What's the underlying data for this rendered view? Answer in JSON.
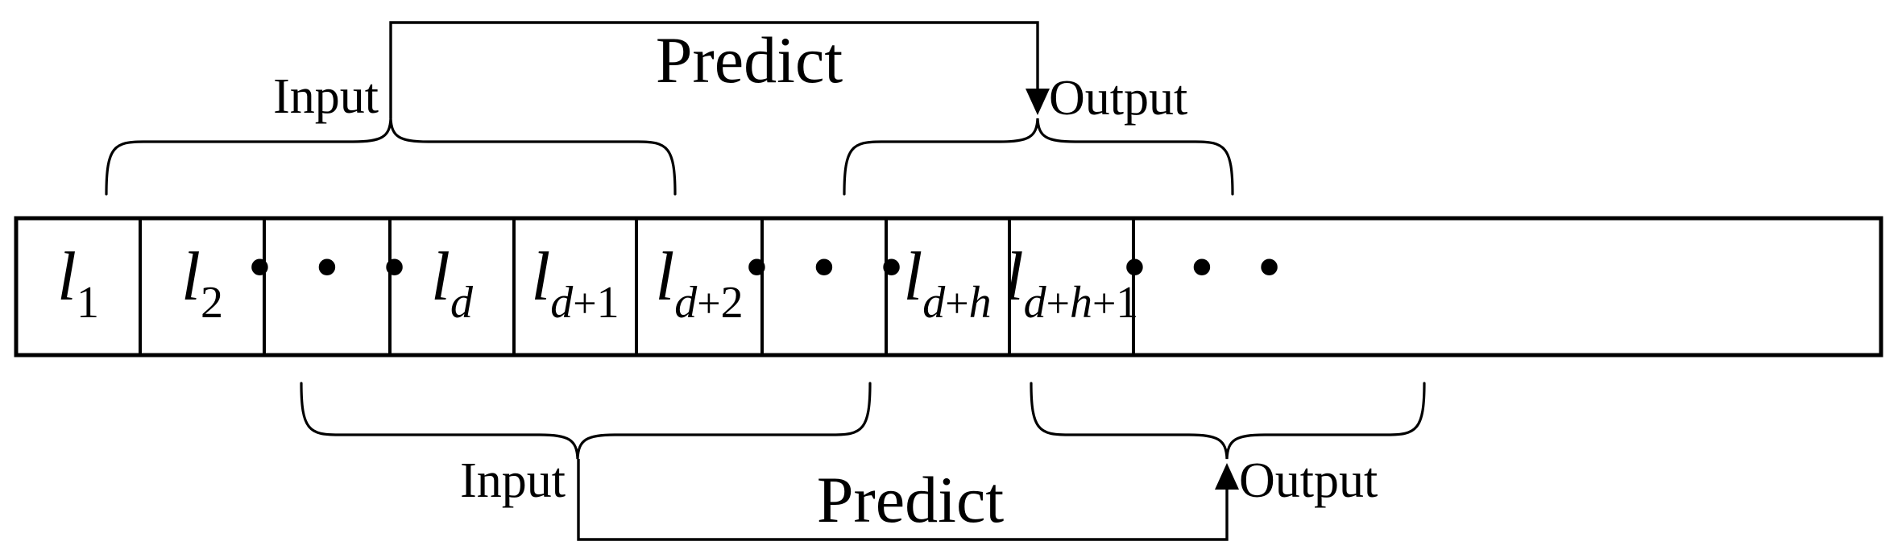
{
  "figure": {
    "title": "Sliding-window sequence prediction schematic",
    "stroke_color": "#000000",
    "background_color": "#ffffff"
  },
  "sequence": {
    "cells": [
      {
        "id": "cell-1",
        "kind": "token",
        "base": "l",
        "sub_parts": [
          {
            "t": "1",
            "style": "num"
          }
        ],
        "text": "l1"
      },
      {
        "id": "cell-2",
        "kind": "token",
        "base": "l",
        "sub_parts": [
          {
            "t": "2",
            "style": "num"
          }
        ],
        "text": "l2"
      },
      {
        "id": "cell-3",
        "kind": "ellipsis",
        "base": "",
        "sub_parts": [],
        "text": "• • •"
      },
      {
        "id": "cell-4",
        "kind": "token",
        "base": "l",
        "sub_parts": [
          {
            "t": "d",
            "style": "var"
          }
        ],
        "text": "ld"
      },
      {
        "id": "cell-5",
        "kind": "token",
        "base": "l",
        "sub_parts": [
          {
            "t": "d",
            "style": "var"
          },
          {
            "t": "+",
            "style": "op"
          },
          {
            "t": "1",
            "style": "num"
          }
        ],
        "text": "ld+1"
      },
      {
        "id": "cell-6",
        "kind": "token",
        "base": "l",
        "sub_parts": [
          {
            "t": "d",
            "style": "var"
          },
          {
            "t": "+",
            "style": "op"
          },
          {
            "t": "2",
            "style": "num"
          }
        ],
        "text": "ld+2"
      },
      {
        "id": "cell-7",
        "kind": "ellipsis",
        "base": "",
        "sub_parts": [],
        "text": "• • •"
      },
      {
        "id": "cell-8",
        "kind": "token",
        "base": "l",
        "sub_parts": [
          {
            "t": "d",
            "style": "var"
          },
          {
            "t": "+",
            "style": "op"
          },
          {
            "t": "h",
            "style": "var"
          }
        ],
        "text": "ld+h"
      },
      {
        "id": "cell-9",
        "kind": "token",
        "base": "l",
        "sub_parts": [
          {
            "t": "d",
            "style": "var"
          },
          {
            "t": "+",
            "style": "op"
          },
          {
            "t": "h",
            "style": "var"
          },
          {
            "t": "+",
            "style": "op"
          },
          {
            "t": "1",
            "style": "num"
          }
        ],
        "text": "ld+h+1"
      },
      {
        "id": "cell-10",
        "kind": "ellipsis",
        "base": "",
        "sub_parts": [],
        "text": "• • •"
      }
    ]
  },
  "annotations": {
    "top": {
      "input_label": "Input",
      "predict_label": "Predict",
      "output_label": "Output",
      "input_span_cells": [
        1,
        4
      ],
      "output_span_cells": [
        6,
        9
      ]
    },
    "bottom": {
      "input_label": "Input",
      "predict_label": "Predict",
      "output_label": "Output",
      "input_span_cells": [
        2,
        5
      ],
      "output_span_cells": [
        7,
        10
      ]
    }
  }
}
